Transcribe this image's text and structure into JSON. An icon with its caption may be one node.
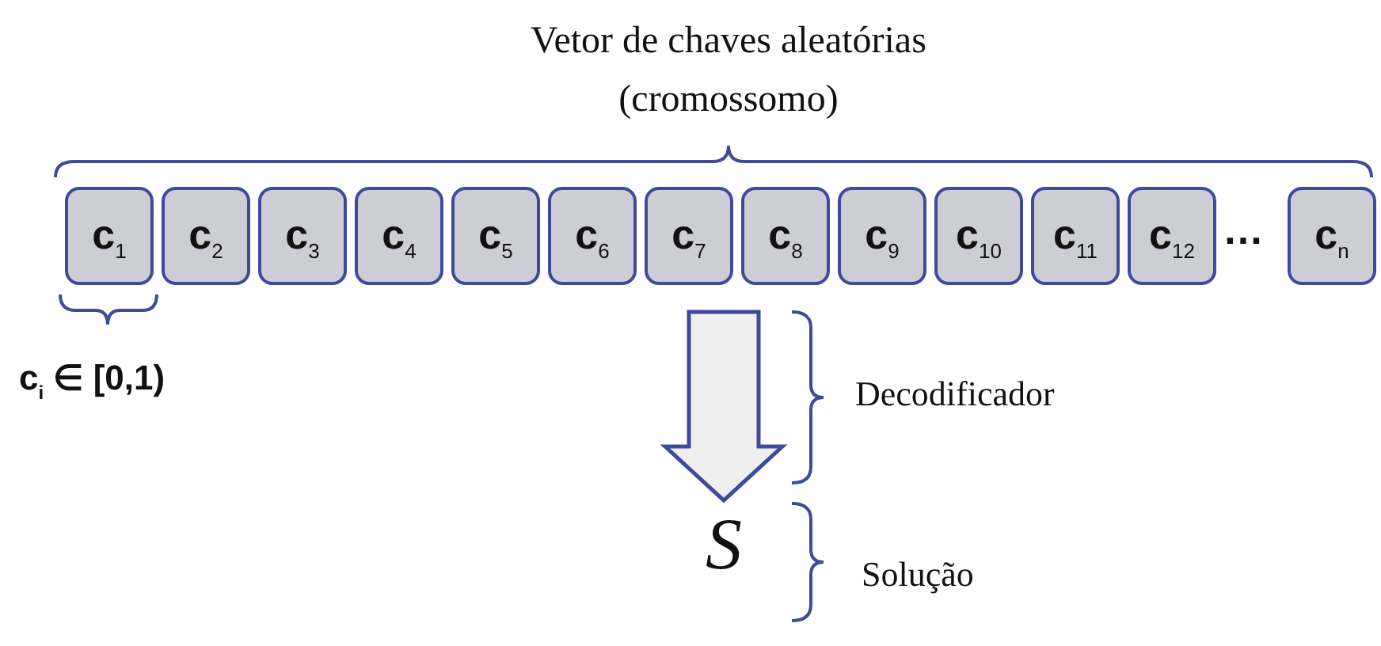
{
  "diagram": {
    "nodes": [
      {
        "text": [
          "c$_{1}$"
        ]
      },
      {
        "text": [
          "c$_{2}$"
        ]
      },
      {
        "text": [
          "c$_{3}$"
        ]
      },
      {
        "text": [
          "c$_{4}$"
        ]
      },
      {
        "text": [
          "c$_{5}$"
        ]
      },
      {
        "text": [
          "c$_{6}$"
        ]
      },
      {
        "text": [
          "c$_{7}$"
        ]
      },
      {
        "text": [
          "c$_{8}$"
        ]
      },
      {
        "text": [
          "c$_{9}$"
        ]
      },
      {
        "text": [
          "c$_{10}$"
        ]
      },
      {
        "text": [
          "c$_{11}$"
        ]
      },
      {
        "text": [
          "c$_{12}$"
        ]
      },
      {
        "text": [
          "c$_{n}$"
        ]
      },
      {
        "text": [
          "S"
        ]
      }
    ],
    "edges": [
      {
        "from": null,
        "to": 13,
        "arrow": "to",
        "style": "thick"
      }
    ],
    "labels": [
      "Vetor de chaves aleatórias (cromossomo)",
      "…",
      "c$_{i}$ ∈ [0,1)",
      "Decodificador",
      "Solução"
    ]
  }
}
